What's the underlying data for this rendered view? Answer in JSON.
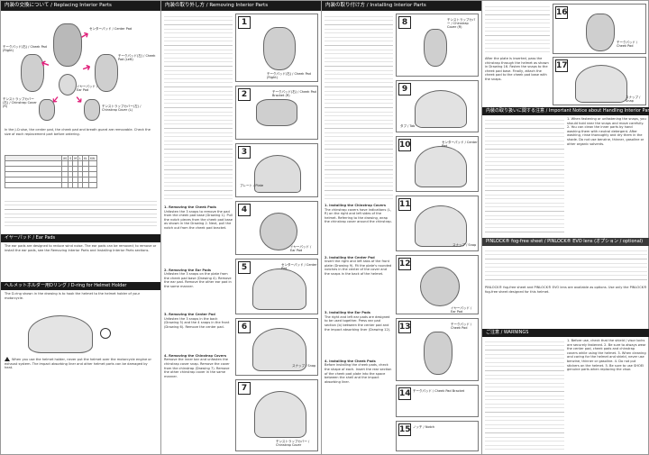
{
  "headers": {
    "col1": "内装の交換について / Replacing Interior Parts",
    "col2": "内装の取り外し方 / Removing Interior Parts",
    "col3": "内装の取り付け方 / Installing Interior Parts",
    "col4_notice": "内装の取り扱いに関する注意 / Important Notice about Handling Interior Parts",
    "col4_pinlock": "PINLOCK® fog-free sheet / PINLOCK® EVO lens (オプション / optional)",
    "col4_caution": "ご注意 / WARNINGS",
    "col1_earpads": "イヤーパッド / Ear Pads",
    "col1_dring": "ヘルメットホルダー用Dリング / D-ring for Helmet Holder"
  },
  "col1": {
    "labels": {
      "center_pad": "センターパッド / Center Pad",
      "cheek_pad_r": "チークパッド(右) / Cheek Pad (Right)",
      "cheek_pad_l": "チークパッド(左) / Cheek Pad (Left)",
      "chinstrap_cover_r": "チンストラップカバー(右) / Chinstrap Cover (R)",
      "chinstrap_cover_l": "チンストラップカバー(左) / Chinstrap Cover (L)",
      "ear_pad": "イヤーパッド / Ear Pad"
    },
    "intro_en": "In the J-Cruise, the center pad, the cheek pad and breath guard are removable. Check the size of each replacement part before ordering.",
    "table_rows": [
      "XS",
      "S",
      "M",
      "L",
      "XL",
      "XXL"
    ],
    "ear_pads_en": "The ear pads are designed to reduce wind noise. The ear pads can be removed; to remove or install the ear pads, see the Removing Interior Parts and Installing Interior Parts sections.",
    "dring_en": "The D-ring shown in the drawing is to hook the helmet to the helmet holder of your motorcycle.",
    "warn_en": "When you use the helmet holder, never put the helmet over the motorcycle engine or exhaust system. The impact absorbing liner and other helmet parts can be damaged by heat."
  },
  "col2": {
    "steps": [
      {
        "title": "1. Removing the Cheek Pads",
        "body": "Unfasten the 3 snaps to remove the pad from the cheek pad base (Drawing 1). Pull the notch pieces from the cheek pad base as shown in the Drawing 2. Next, pull the notch out from the cheek pad bracket."
      },
      {
        "title": "2. Removing the Ear Pads",
        "body": "Unfasten the 3 snaps on the plate from the cheek pad base (Drawing 4). Remove the ear pad. Remove the other ear pad in the same manner."
      },
      {
        "title": "3. Removing the Center Pad",
        "body": "Unfasten the 3 snaps in the back (Drawing 5) and the 4 snaps in the front (Drawing 6). Remove the center pad."
      },
      {
        "title": "4. Removing the Chinstrap Covers",
        "body": "Remove the inner bar and unfasten the chinstrap cover snap. Remove the cover from the chinstrap (Drawing 7). Remove the other chinstrap cover in the same manner."
      }
    ],
    "figs": [
      {
        "num": "1",
        "cap": "チークパッド(右) / Cheek Pad (Right)"
      },
      {
        "num": "2",
        "cap": "チークパッド(右) / Cheek Pad Bracket (R)"
      },
      {
        "num": "3",
        "cap": "プレート / Plate"
      },
      {
        "num": "4",
        "cap": "イヤーパッド / Ear Pad"
      },
      {
        "num": "5",
        "cap": "センターパッド / Center Pad"
      },
      {
        "num": "6",
        "cap": "スナップ / Snap"
      },
      {
        "num": "7",
        "cap": "チンストラップカバー / Chinstrap Cover"
      }
    ]
  },
  "col3": {
    "steps": [
      {
        "title": "1. Installing the Chinstrap Covers",
        "body": "The chinstrap covers have indications (L, R) on the right and left sides of the helmet. Referring to the drawing, wrap the chinstrap cover around the chinstrap."
      },
      {
        "title": "2. Installing the Center Pad",
        "body": "Insert the right and left tabs of the front plate (Drawing 9). Fit the plate's rounded notches in the center of the cover and the snaps in the back of the helmet."
      },
      {
        "title": "3. Installing the Ear Pads",
        "body": "The right and left ear pads are designed to be used together. Press ear pad section (b) between the center pad and the impact absorbing liner (Drawing 12)."
      },
      {
        "title": "4. Installing the Cheek Pads",
        "body": "Before installing the cheek pads, check the shape of each. Insert the rear section of the cheek pad plate into the space between the shell and the impact absorbing liner."
      }
    ],
    "figs": [
      {
        "num": "8",
        "cap": "チンストラップカバー / Chinstrap Cover (R)"
      },
      {
        "num": "9",
        "cap": "タブ / Tab"
      },
      {
        "num": "10",
        "cap": "センターパッド / Center Pad"
      },
      {
        "num": "11",
        "cap": "スナップ / Snap"
      },
      {
        "num": "12",
        "cap": "イヤーパッド / Ear Pad"
      },
      {
        "num": "13",
        "cap": "チークパッド / Cheek Pad"
      },
      {
        "num": "14",
        "cap": "チークパッド / Cheek Pad Bracket"
      },
      {
        "num": "15",
        "cap": "ノッチ / Notch"
      }
    ]
  },
  "col4": {
    "top_text": "After the plate is inserted, pass the chinstrap through the helmet as shown in Drawing 16. Fasten the snaps to the cheek pad base. Finally, attach the cheek pad to the cheek pad base with the snaps.",
    "figs": [
      {
        "num": "16",
        "cap": "チークパッド / Cheek Pad"
      },
      {
        "num": "17",
        "cap": "スナップ / Snap"
      }
    ],
    "notice_en": "1. When fastening or unfastening the snaps, you should hold near the snaps and move carefully. 2. You can clean the inner parts by hand washing them with neutral detergent. After washing, rinse thoroughly and dry them in the shade. Do not use benzine, thinner, gasoline or other organic solvents.",
    "pinlock_en": "PINLOCK® fog-free sheet and PINLOCK® EVO lens are available as options. Use only the PINLOCK® fog-free sheet designed for this helmet.",
    "warnings_en": "1. Before use, check that the shield / visor locks are securely fastened. 2. Be sure to always wear the center pad, cheek pads and chinstrap covers while using the helmet. 3. When cleaning and caring for the helmet and shield, never use benzine, thinner or gasoline. 4. Do not put stickers on the helmet. 5. Be sure to use SHOEI genuine parts when replacing the visor."
  }
}
